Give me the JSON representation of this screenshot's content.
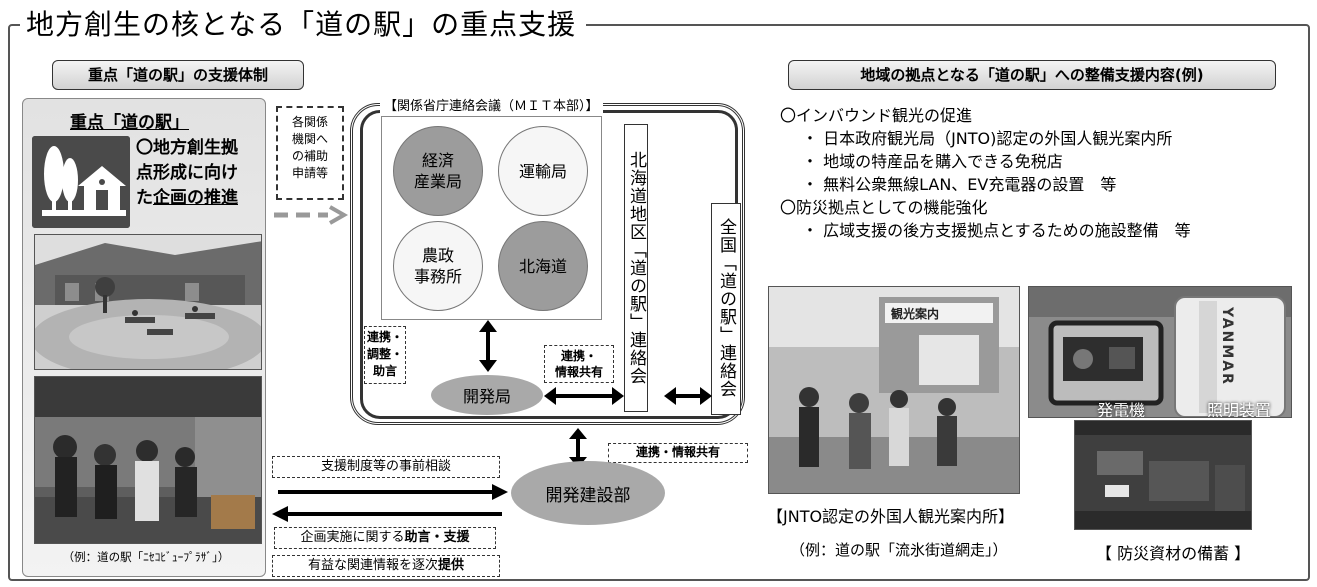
{
  "title": "地方創生の核となる「道の駅」の重点支援",
  "left_section": {
    "header": "重点「道の駅」の支援体制",
    "panel_title": "重点「道の駅」",
    "desc_line1": "〇地方創生拠",
    "desc_line2": "点形成に向け",
    "desc_line3a": "た",
    "desc_line3b": "企画の推進",
    "photo_caption": "（例：道の駅「ﾆｾｺﾋﾞｭｰﾌﾟﾗｻﾞ」）"
  },
  "support_request": {
    "line1": "各関係",
    "line2": "機関へ",
    "line3": "の補助",
    "line4": "申請等"
  },
  "council": {
    "label": "【関係省庁連絡会議（ＭＩＴ本部）】",
    "orgs": [
      {
        "name": "経済\n産業局",
        "shade": "dark"
      },
      {
        "name": "運輸局",
        "shade": "light"
      },
      {
        "name": "農政\n事務所",
        "shade": "light"
      },
      {
        "name": "北海道",
        "shade": "dark"
      }
    ],
    "hokkaido_council": "北海道地区「道の駅」連絡会",
    "national_council": "全国「道の駅」連絡会",
    "coordination_label": "連携・\n調整・\n助言",
    "info_share_label": "連携・\n情報共有",
    "dev_bureau": "開発局"
  },
  "lower": {
    "info_share_label": "連携・情報共有",
    "dev_division": "開発建設部",
    "consult": "支援制度等の事前相談",
    "advice_prefix": "企画実施に関する",
    "advice_bold": "助言・支援",
    "info_prefix": "有益な関連情報を逐次",
    "info_bold": "提供"
  },
  "right_section": {
    "header": "地域の拠点となる「道の駅」への整備支援内容(例)",
    "items": [
      {
        "text": "〇インバウンド観光の促進",
        "indent": false
      },
      {
        "text": "・ 日本政府観光局（JNTO)認定の外国人観光案内所",
        "indent": true
      },
      {
        "text": "・ 地域の特産品を購入できる免税店",
        "indent": true
      },
      {
        "text": "・ 無料公衆無線LAN、EV充電器の設置　等",
        "indent": true
      },
      {
        "text": "〇防災拠点としての機能強化",
        "indent": false
      },
      {
        "text": "・ 広域支援の後方支援拠点とするための施設整備　等",
        "indent": true
      }
    ],
    "photo_jnto_sign": "観光案内",
    "jnto_caption": "【JNTO認定の外国人観光案内所】",
    "jnto_example": "（例：道の駅「流氷街道網走」）",
    "generator_label": "発電機",
    "lighting_label": "照明装置",
    "generator_brand": "YANMAR",
    "disaster_caption": "【 防災資材の備蓄 】"
  }
}
